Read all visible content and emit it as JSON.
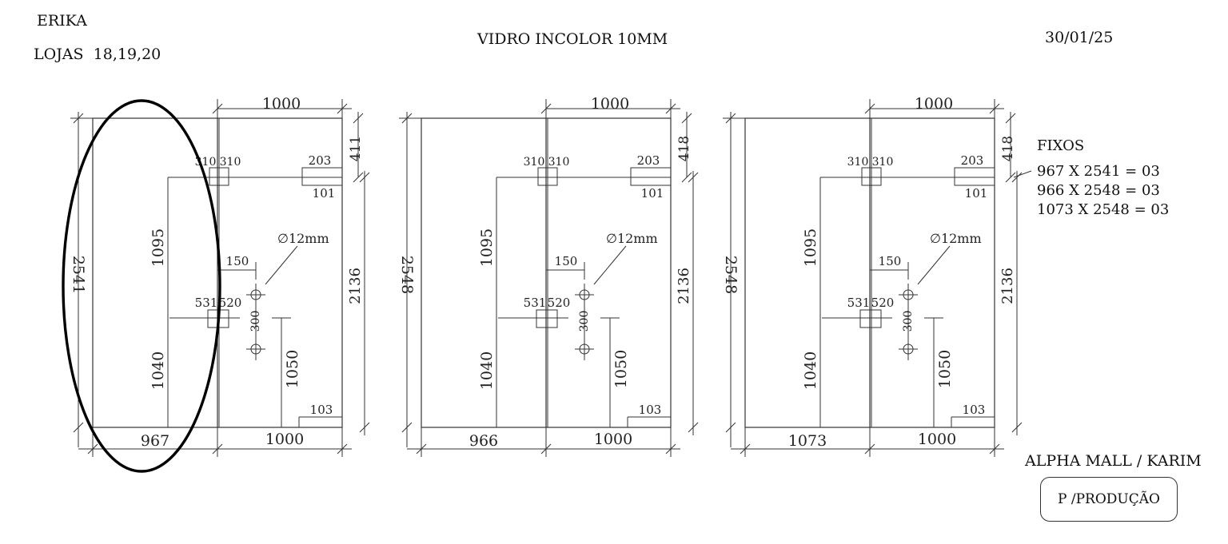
{
  "header": {
    "client": "ERIKA",
    "stores_label": "LOJAS",
    "stores_value": "18,19,20",
    "material": "VIDRO INCOLOR 10MM",
    "date": "30/01/25"
  },
  "panels": [
    {
      "top_width": "1000",
      "top_height": "411",
      "overall_height": "2541",
      "bottom_left": "967",
      "bottom_right": "1000",
      "hole_top_left": "310",
      "hole_top_right": "310",
      "notch_top_w": "203",
      "notch_top_h": "101",
      "hinge_upper": "1095",
      "hinge_lower": "1040",
      "hole_offset": "150",
      "hole_diameter": "∅12mm",
      "lock_left": "531",
      "lock_right": "520",
      "hole_spacing": "300",
      "handle_height": "1050",
      "door_height": "2136",
      "notch_bottom": "103",
      "highlighted": true
    },
    {
      "top_width": "1000",
      "top_height": "418",
      "overall_height": "2548",
      "bottom_left": "966",
      "bottom_right": "1000",
      "hole_top_left": "310",
      "hole_top_right": "310",
      "notch_top_w": "203",
      "notch_top_h": "101",
      "hinge_upper": "1095",
      "hinge_lower": "1040",
      "hole_offset": "150",
      "hole_diameter": "∅12mm",
      "lock_left": "531",
      "lock_right": "520",
      "hole_spacing": "300",
      "handle_height": "1050",
      "door_height": "2136",
      "notch_bottom": "103",
      "highlighted": false
    },
    {
      "top_width": "1000",
      "top_height": "418",
      "overall_height": "2548",
      "bottom_left": "1073",
      "bottom_right": "1000",
      "hole_top_left": "310",
      "hole_top_right": "310",
      "notch_top_w": "203",
      "notch_top_h": "101",
      "hinge_upper": "1095",
      "hinge_lower": "1040",
      "hole_offset": "150",
      "hole_diameter": "∅12mm",
      "lock_left": "531",
      "lock_right": "520",
      "hole_spacing": "300",
      "handle_height": "1050",
      "door_height": "2136",
      "notch_bottom": "103",
      "highlighted": false
    }
  ],
  "fixos": {
    "title": "FIXOS",
    "items": [
      "967 X 2541 = 03",
      "966 X 2548 = 03",
      "1073 X 2548 = 03"
    ]
  },
  "client_site": "ALPHA MALL / KARIM",
  "stamp": "P /PRODUÇÃO"
}
